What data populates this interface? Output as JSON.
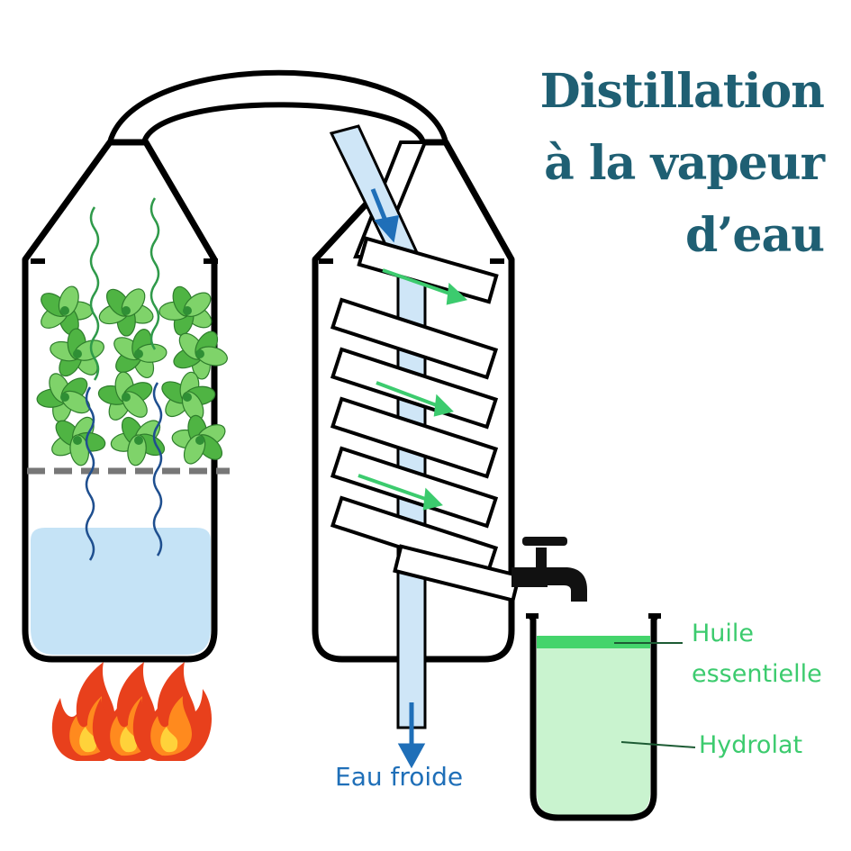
{
  "title": {
    "line1": "Distillation",
    "line2": "à la vapeur",
    "line3": "d’eau"
  },
  "labels": {
    "oil_line1": "Huile",
    "oil_line2": "essentielle",
    "hydrolat": "Hydrolat",
    "cold_water": "Eau froide"
  },
  "colors": {
    "title": "#1f5f73",
    "water": "#c5e3f6",
    "cold_water_pipe": "#cfe6f7",
    "arrow_blue": "#1f6fb8",
    "arrow_green": "#3ccb6e",
    "oil": "#44d46c",
    "hydrolat": "#c9f3cf",
    "leaf": "#55c24a",
    "fire_outer": "#e8401c",
    "fire_inner": "#ffd23a"
  }
}
